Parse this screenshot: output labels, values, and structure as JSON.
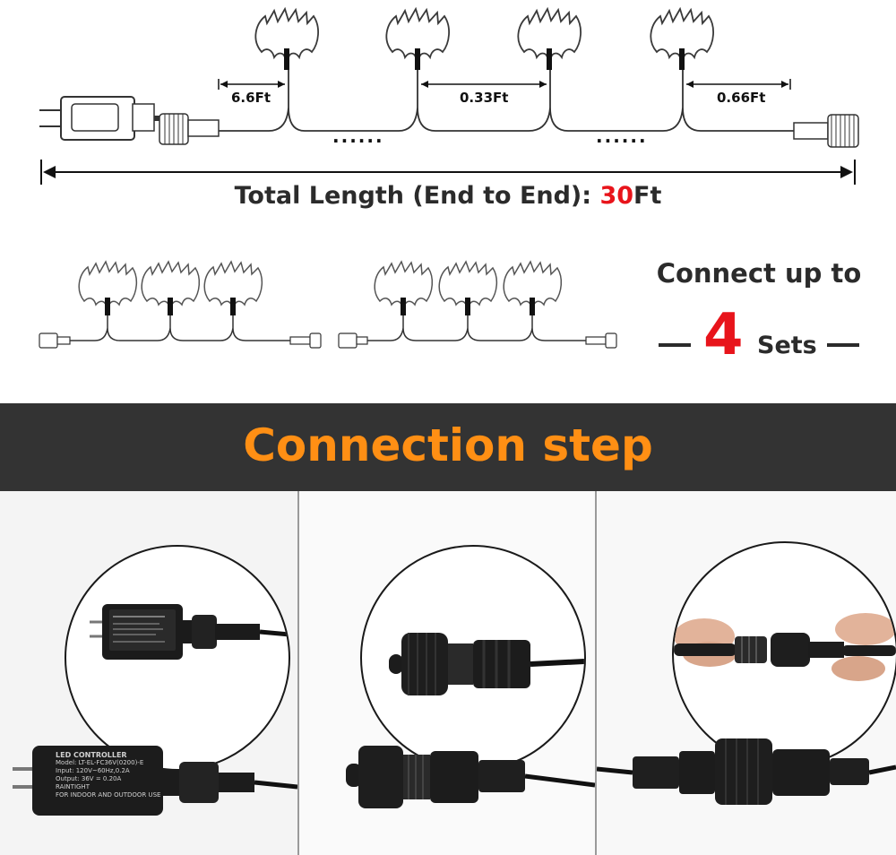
{
  "diagram": {
    "dimensions": {
      "lead_length": "6.6Ft",
      "spacing": "0.33Ft",
      "tail_length": "0.66Ft",
      "ellipsis_left": "......",
      "ellipsis_right": "......"
    },
    "total_length": {
      "prefix": "Total Length (End to End): ",
      "value": "30",
      "unit": "Ft"
    }
  },
  "connect_note": {
    "line1": "Connect up to",
    "number": "4",
    "unit": "Sets"
  },
  "banner": {
    "title": "Connection step"
  },
  "steps": [
    {
      "adapter_text": {
        "brand": "LED CONTROLLER",
        "model": "Model: LT-EL-FC36V(0200)-E",
        "input": "Input: 120V~60Hz,0.2A",
        "output": "Output: 36V = 0.20A",
        "certification": "RAINTIGHT",
        "usage": "FOR INDOOR AND OUTDOOR USE"
      }
    },
    {},
    {}
  ],
  "colors": {
    "accent_red": "#e8141b",
    "banner_bg": "#333333",
    "banner_text": "#ff8f14",
    "text_dark": "#2b2b2b"
  }
}
